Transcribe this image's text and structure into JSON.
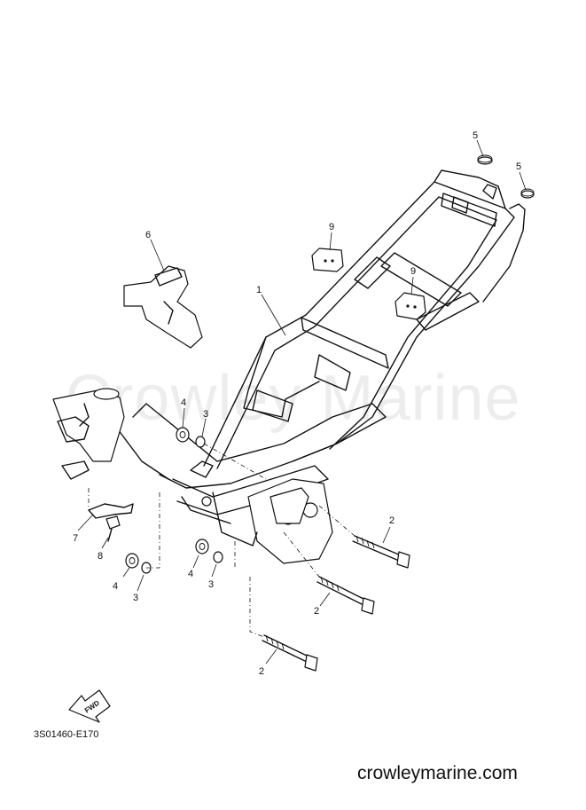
{
  "diagram": {
    "code": "3S01460-E170",
    "watermark": "Crowley Marine",
    "site": "crowleymarine.com",
    "fwd_label": "FWD"
  },
  "callouts": [
    {
      "id": "c1",
      "label": "1"
    },
    {
      "id": "c2a",
      "label": "2"
    },
    {
      "id": "c2b",
      "label": "2"
    },
    {
      "id": "c2c",
      "label": "2"
    },
    {
      "id": "c3a",
      "label": "3"
    },
    {
      "id": "c3b",
      "label": "3"
    },
    {
      "id": "c3c",
      "label": "3"
    },
    {
      "id": "c4a",
      "label": "4"
    },
    {
      "id": "c4b",
      "label": "4"
    },
    {
      "id": "c4c",
      "label": "4"
    },
    {
      "id": "c5a",
      "label": "5"
    },
    {
      "id": "c5b",
      "label": "5"
    },
    {
      "id": "c6",
      "label": "6"
    },
    {
      "id": "c7",
      "label": "7"
    },
    {
      "id": "c8",
      "label": "8"
    },
    {
      "id": "c9a",
      "label": "9"
    },
    {
      "id": "c9b",
      "label": "9"
    }
  ]
}
